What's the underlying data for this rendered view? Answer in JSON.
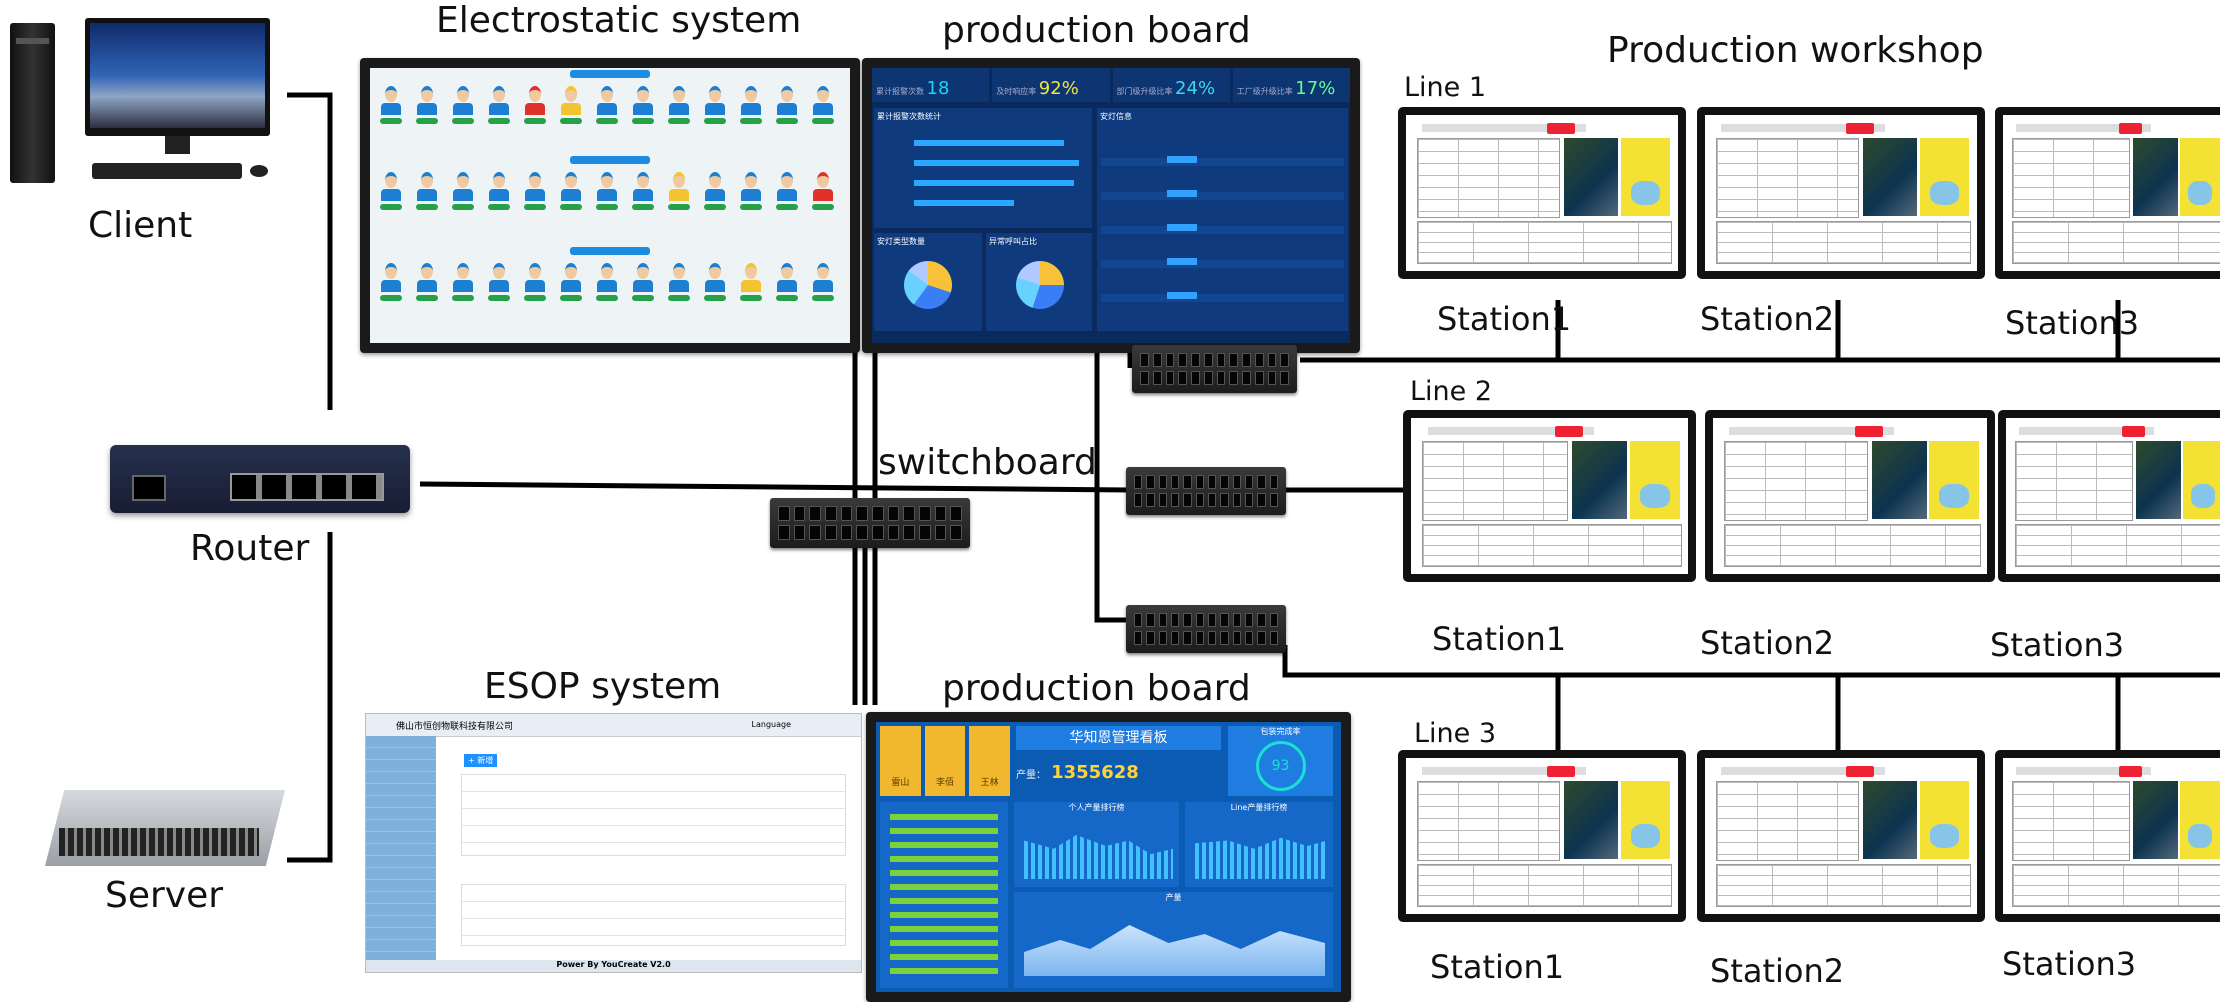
{
  "labels": {
    "client": "Client",
    "router": "Router",
    "server": "Server",
    "electrostatic": "Electrostatic system",
    "production_board_top": "production board",
    "production_board_bottom": "production board",
    "switchboard": "switchboard",
    "esop": "ESOP system",
    "workshop": "Production workshop",
    "line1": "Line 1",
    "line2": "Line 2",
    "line3": "Line 3",
    "station1": "Station1",
    "station2": "Station2",
    "station3": "Station3"
  },
  "board_top": {
    "kpis": [
      {
        "label": "累计报警次数",
        "value": "18"
      },
      {
        "label": "及时响应率",
        "value": "92%"
      },
      {
        "label": "部门级升级比率",
        "value": "24%"
      },
      {
        "label": "工厂级升级比率",
        "value": "17%"
      }
    ],
    "panel_left_title": "累计报警次数统计",
    "panel_right_title": "安灯信息",
    "panel_bl_title": "安灯类型数量",
    "panel_bm_title": "异常呼叫占比"
  },
  "board_bottom": {
    "title": "华知恩管理看板",
    "output_label": "产量：",
    "output_value": "1355628",
    "rate_label": "包装完成率",
    "rate_value": "93",
    "names": [
      "雷山",
      "李佰",
      "王林"
    ],
    "chart1_title": "个人产量排行榜",
    "chart2_title": "Line产量排行榜",
    "chart3_title": "产量"
  },
  "esop_screen": {
    "company": "佛山市恒创物联科技有限公司",
    "language": "Language",
    "footer": "Power By YouCreate V2.0",
    "add_button": "+ 新增"
  },
  "colors": {
    "board_bg": "#0a2a5e",
    "esop_blue": "#7fb0d9",
    "accent": "#1e90ff"
  }
}
